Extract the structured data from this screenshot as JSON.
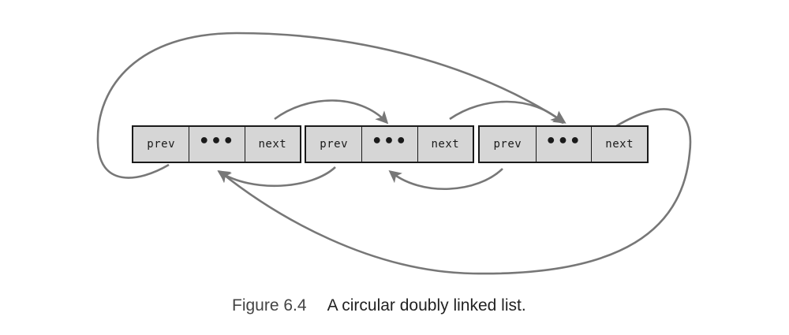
{
  "title": "A circular doubly linked list.",
  "figure_number": "Figure 6.4",
  "colors": {
    "node_fill": "#d6d6d6",
    "node_border": "#1a1a1a",
    "arrow": "#777777",
    "caption_text": "#222222"
  },
  "nodes": [
    {
      "prev_label": "prev",
      "data_label": "•••",
      "next_label": "next"
    },
    {
      "prev_label": "prev",
      "data_label": "•••",
      "next_label": "next"
    },
    {
      "prev_label": "prev",
      "data_label": "•••",
      "next_label": "next"
    }
  ],
  "links": [
    {
      "type": "next",
      "from": 0,
      "to": 1
    },
    {
      "type": "next",
      "from": 1,
      "to": 2
    },
    {
      "type": "next",
      "from": 2,
      "to": 0
    },
    {
      "type": "prev",
      "from": 1,
      "to": 0
    },
    {
      "type": "prev",
      "from": 2,
      "to": 1
    },
    {
      "type": "prev",
      "from": 0,
      "to": 2
    }
  ]
}
